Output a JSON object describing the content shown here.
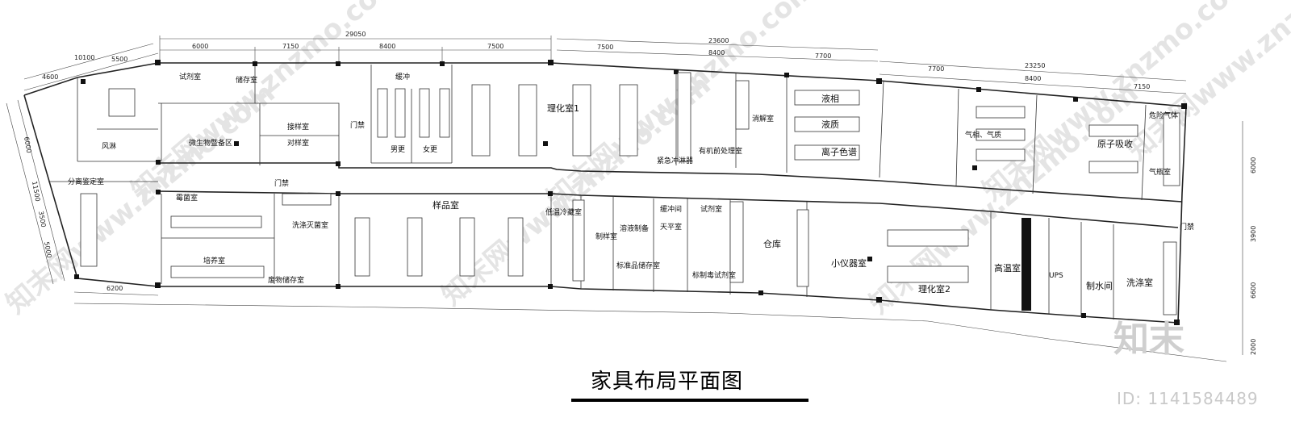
{
  "title": "家具布局平面图",
  "watermark": {
    "logo": "知末",
    "id": "ID: 1141584489",
    "diagonal": [
      "知末网www.znzmo.com",
      "知末网www.znzmo.com",
      "知末网www.znzmo.com",
      "知末网www.znzmo.com",
      "知末网www.znzmo.com",
      "知末网www.znzmo.com",
      "知末网www.znzmo.com"
    ]
  },
  "dimensions": {
    "top_total": "29050",
    "top_segments": [
      "6000",
      "7150",
      "8400",
      "7500"
    ],
    "mid_total": "23600",
    "mid_segments": [
      "7500",
      "8400",
      "7700"
    ],
    "right_total": "23250",
    "right_segments": [
      "7700",
      "8400",
      "7150"
    ],
    "left_top": [
      "4600",
      "10100",
      "5500"
    ],
    "left_side": [
      "6000",
      "11500",
      "3500",
      "5000"
    ],
    "bottom": "6200",
    "right_side": [
      "6000",
      "3900",
      "6600",
      "2000"
    ]
  },
  "rooms": {
    "shijishi": "试剂室",
    "chucunshi": "储存室",
    "huanchong": "缓冲",
    "weishengwu": "微生物暨备区",
    "jieyangshi": "接样室",
    "duiyangshi": "对样室",
    "menjin1": "门禁",
    "nangeng": "男更",
    "nvgeng": "女更",
    "lihuashi1": "理化室1",
    "fenglin": "风淋",
    "fenlijianding": "分离鉴定室",
    "meijunshi": "霉菌室",
    "xidimiejun": "洗涤灭菌室",
    "peiyangshi": "培养室",
    "feiwu": "废物储存室",
    "menjin2": "门禁",
    "yangpinshi": "样品室",
    "diwenlengcang": "低温冷藏室",
    "zhiyangshi": "制样室",
    "biaozhunpin": "标准品储存室",
    "rongye": "溶液制备",
    "huanchongjian": "缓冲间",
    "tianpingshi": "天平室",
    "shijishi2": "试剂室",
    "biaozhidu": "标制毒试剂室",
    "youji": "有机前处理室",
    "jinjichongxi": "紧急冲淋器",
    "xiaojieshi": "消解室",
    "yexiang": "液相",
    "yezhi": "液质",
    "lizisepu": "离子色谱",
    "qixiang": "气相、气质",
    "yuanzixishou": "原子吸收",
    "weixianqiti": "危险气体",
    "qipingshi": "气瓶室",
    "cangku": "仓库",
    "xiaoyiqi": "小仪器室",
    "lihuashi2": "理化室2",
    "gaowenshi": "高温室",
    "ups": "UPS",
    "zhishuijian": "制水间",
    "xidishi": "洗涤室",
    "menjin3": "门禁"
  }
}
